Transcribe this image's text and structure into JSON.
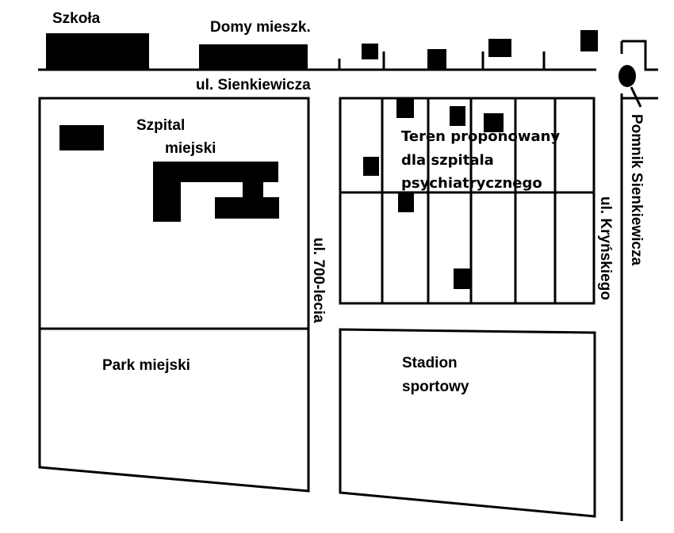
{
  "labels": {
    "school": "Szkoła",
    "houses": "Domy mieszk.",
    "street_sienkiewicza": "ul. Sienkiewicza",
    "hospital_line1": "Szpital",
    "hospital_line2": "miejski",
    "proposed_line1": "Teren proponowany",
    "proposed_line2": "dla szpitala",
    "proposed_line3": "psychiatrycznego",
    "street_700": "ul. 700-lecia",
    "street_krynskiego": "ul. Kryńskiego",
    "monument": "Pomnik Sienkiewicza",
    "park": "Park miejski",
    "stadium_line1": "Stadion",
    "stadium_line2": "sportowy"
  },
  "colors": {
    "ink": "#000000",
    "background": "#ffffff"
  }
}
